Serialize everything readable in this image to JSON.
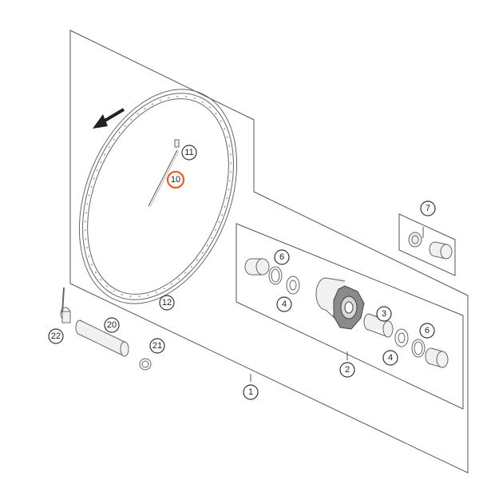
{
  "callouts": [
    {
      "id": "callout-1",
      "number": "1"
    },
    {
      "id": "callout-2",
      "number": "2"
    },
    {
      "id": "callout-3",
      "number": "3"
    },
    {
      "id": "callout-4a",
      "number": "4"
    },
    {
      "id": "callout-4b",
      "number": "4"
    },
    {
      "id": "callout-6a",
      "number": "6"
    },
    {
      "id": "callout-6b",
      "number": "6"
    },
    {
      "id": "callout-7",
      "number": "7"
    },
    {
      "id": "callout-10",
      "number": "10",
      "highlight": "#e8601c"
    },
    {
      "id": "callout-11",
      "number": "11"
    },
    {
      "id": "callout-12",
      "number": "12"
    },
    {
      "id": "callout-20",
      "number": "20"
    },
    {
      "id": "callout-21",
      "number": "21"
    },
    {
      "id": "callout-22",
      "number": "22"
    }
  ],
  "colors": {
    "lines": "#555555",
    "highlight": "#e8601c",
    "arrow": "#222222"
  },
  "icons": {
    "rotation": "rotation-direction-arrow-icon"
  }
}
